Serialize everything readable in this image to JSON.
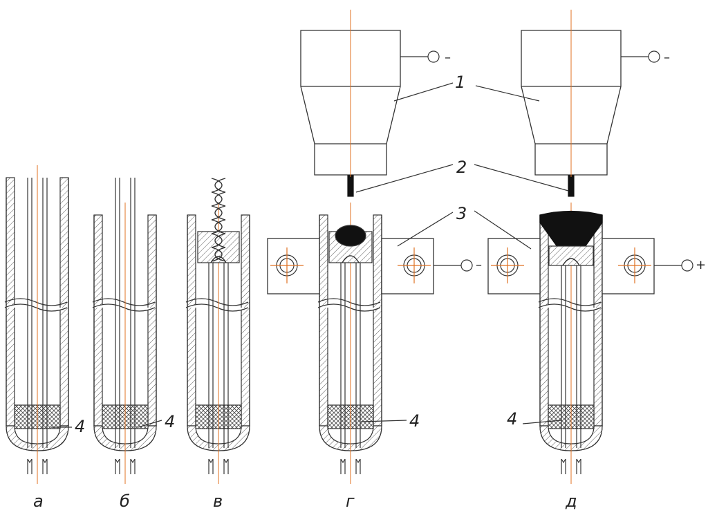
{
  "panels": [
    {
      "id": "a",
      "label": "а"
    },
    {
      "id": "b",
      "label": "б"
    },
    {
      "id": "v",
      "label": "в"
    },
    {
      "id": "g",
      "label": "г"
    },
    {
      "id": "d",
      "label": "д"
    }
  ],
  "callouts": {
    "one": "1",
    "two": "2",
    "three": "3",
    "four": "4"
  },
  "terminals": {
    "minus": "–",
    "plus": "+"
  },
  "colors": {
    "line": "#333333",
    "axis": "#e07020",
    "fill": "#111111"
  }
}
